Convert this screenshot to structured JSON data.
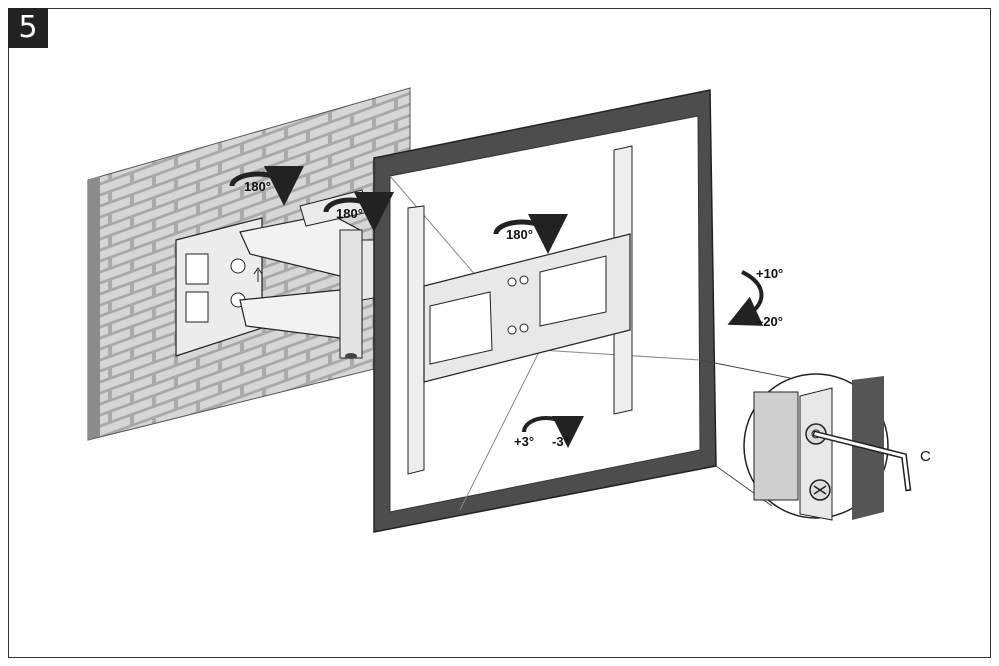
{
  "step": {
    "number": "5"
  },
  "labels": {
    "wall_swivel": "180°",
    "arm_swivel": "180°",
    "tv_rotate": "180°",
    "tilt_up": "+10°",
    "tilt_down": "–20°",
    "level_plus": "+3°",
    "level_minus": "-3°",
    "tool": "C"
  },
  "colors": {
    "wall": "#a9a9a9",
    "tv_bezel": "#555555",
    "metal": "#e6e6e6",
    "line": "#222222"
  }
}
